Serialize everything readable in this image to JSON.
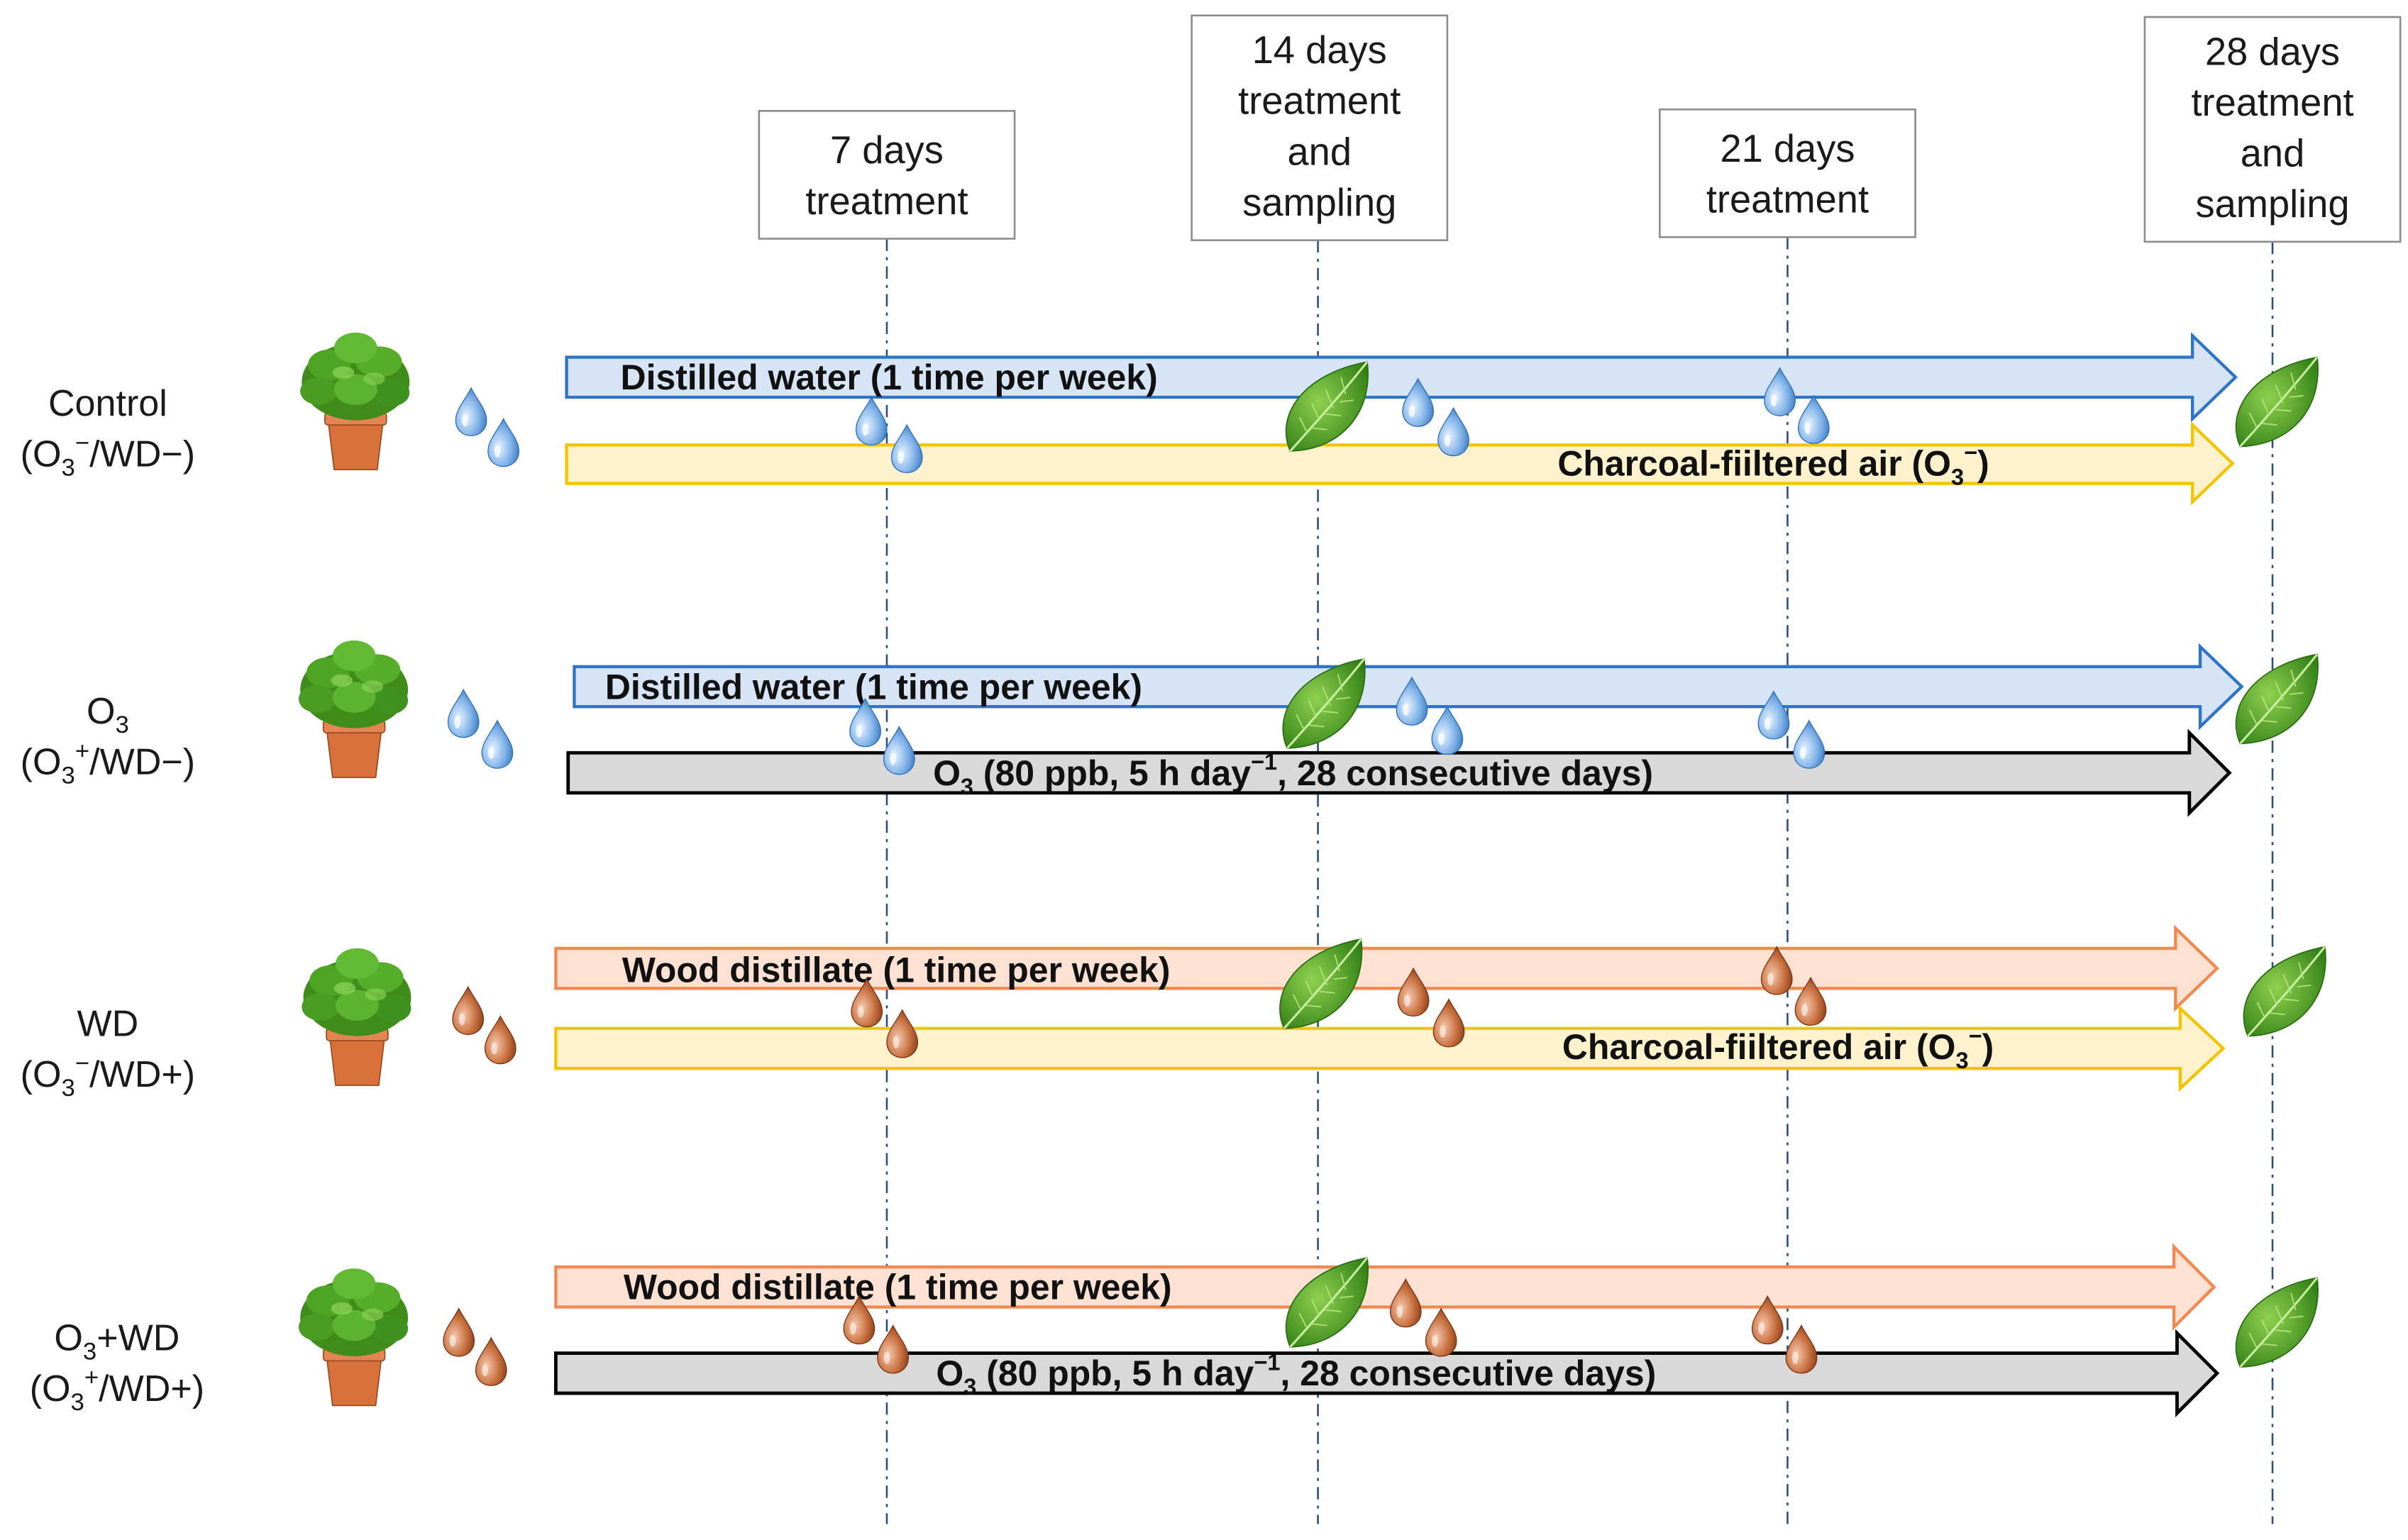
{
  "timepoints": [
    {
      "lines": [
        "7 days",
        "treatment"
      ]
    },
    {
      "lines": [
        "14 days",
        "treatment",
        "and",
        "sampling"
      ]
    },
    {
      "lines": [
        "21 days",
        "treatment"
      ]
    },
    {
      "lines": [
        "28 days",
        "treatment",
        "and",
        "sampling"
      ]
    }
  ],
  "groups": [
    {
      "name": "Control",
      "condition_parts": [
        "(O",
        "3",
        "−",
        "/WD−)"
      ]
    },
    {
      "name_parts": [
        "O",
        "3",
        ""
      ],
      "condition_parts": [
        "(O",
        "3",
        "+",
        "/WD−)"
      ]
    },
    {
      "name": "WD",
      "condition_parts": [
        "(O",
        "3",
        "−",
        "/WD+)"
      ]
    },
    {
      "name_parts": [
        "O",
        "3",
        "+WD"
      ],
      "condition_parts": [
        "(O",
        "3",
        "+",
        "/WD+)"
      ]
    }
  ],
  "arrows": {
    "distilled_water": "Distilled water (1 time per week)",
    "wood_distillate": "Wood distillate (1 time per week)",
    "charcoal_air_parts": [
      "Charcoal-fiiltered air (O",
      "3",
      "−",
      ")"
    ],
    "ozone_parts": [
      "O",
      "3",
      " (80 ppb, 5 h day",
      "−1",
      ", 28 consecutive days)"
    ]
  },
  "colors": {
    "water_fill": "#d6e4f5",
    "water_stroke": "#2e75c8",
    "air_fill": "#fff2cc",
    "air_stroke": "#f5c400",
    "ozone_fill": "#d9d9d9",
    "ozone_stroke": "#000000",
    "wd_fill": "#fde2d3",
    "wd_stroke": "#f08a50",
    "water_drop": "#5f9bd6",
    "wd_drop": "#c86a3e",
    "leaf": "#3f9a1e",
    "pot": "#d9713a",
    "guide_line": "#2f4f7f"
  },
  "icons": {
    "plant": "basil-plant-icon",
    "leaf": "leaf-icon",
    "water_drop": "water-drop-icon",
    "wd_drop": "wood-distillate-drop-icon"
  }
}
